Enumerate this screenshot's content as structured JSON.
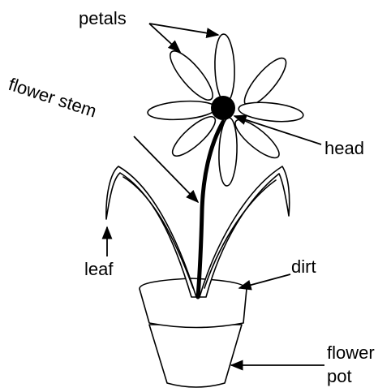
{
  "labels": {
    "petals": "petals",
    "flower_stem": "flower stem",
    "head": "head",
    "leaf": "leaf",
    "dirt": "dirt",
    "flower_pot_line1": "flower",
    "flower_pot_line2": "pot"
  },
  "colors": {
    "ink": "#000000",
    "background": "#ffffff"
  }
}
